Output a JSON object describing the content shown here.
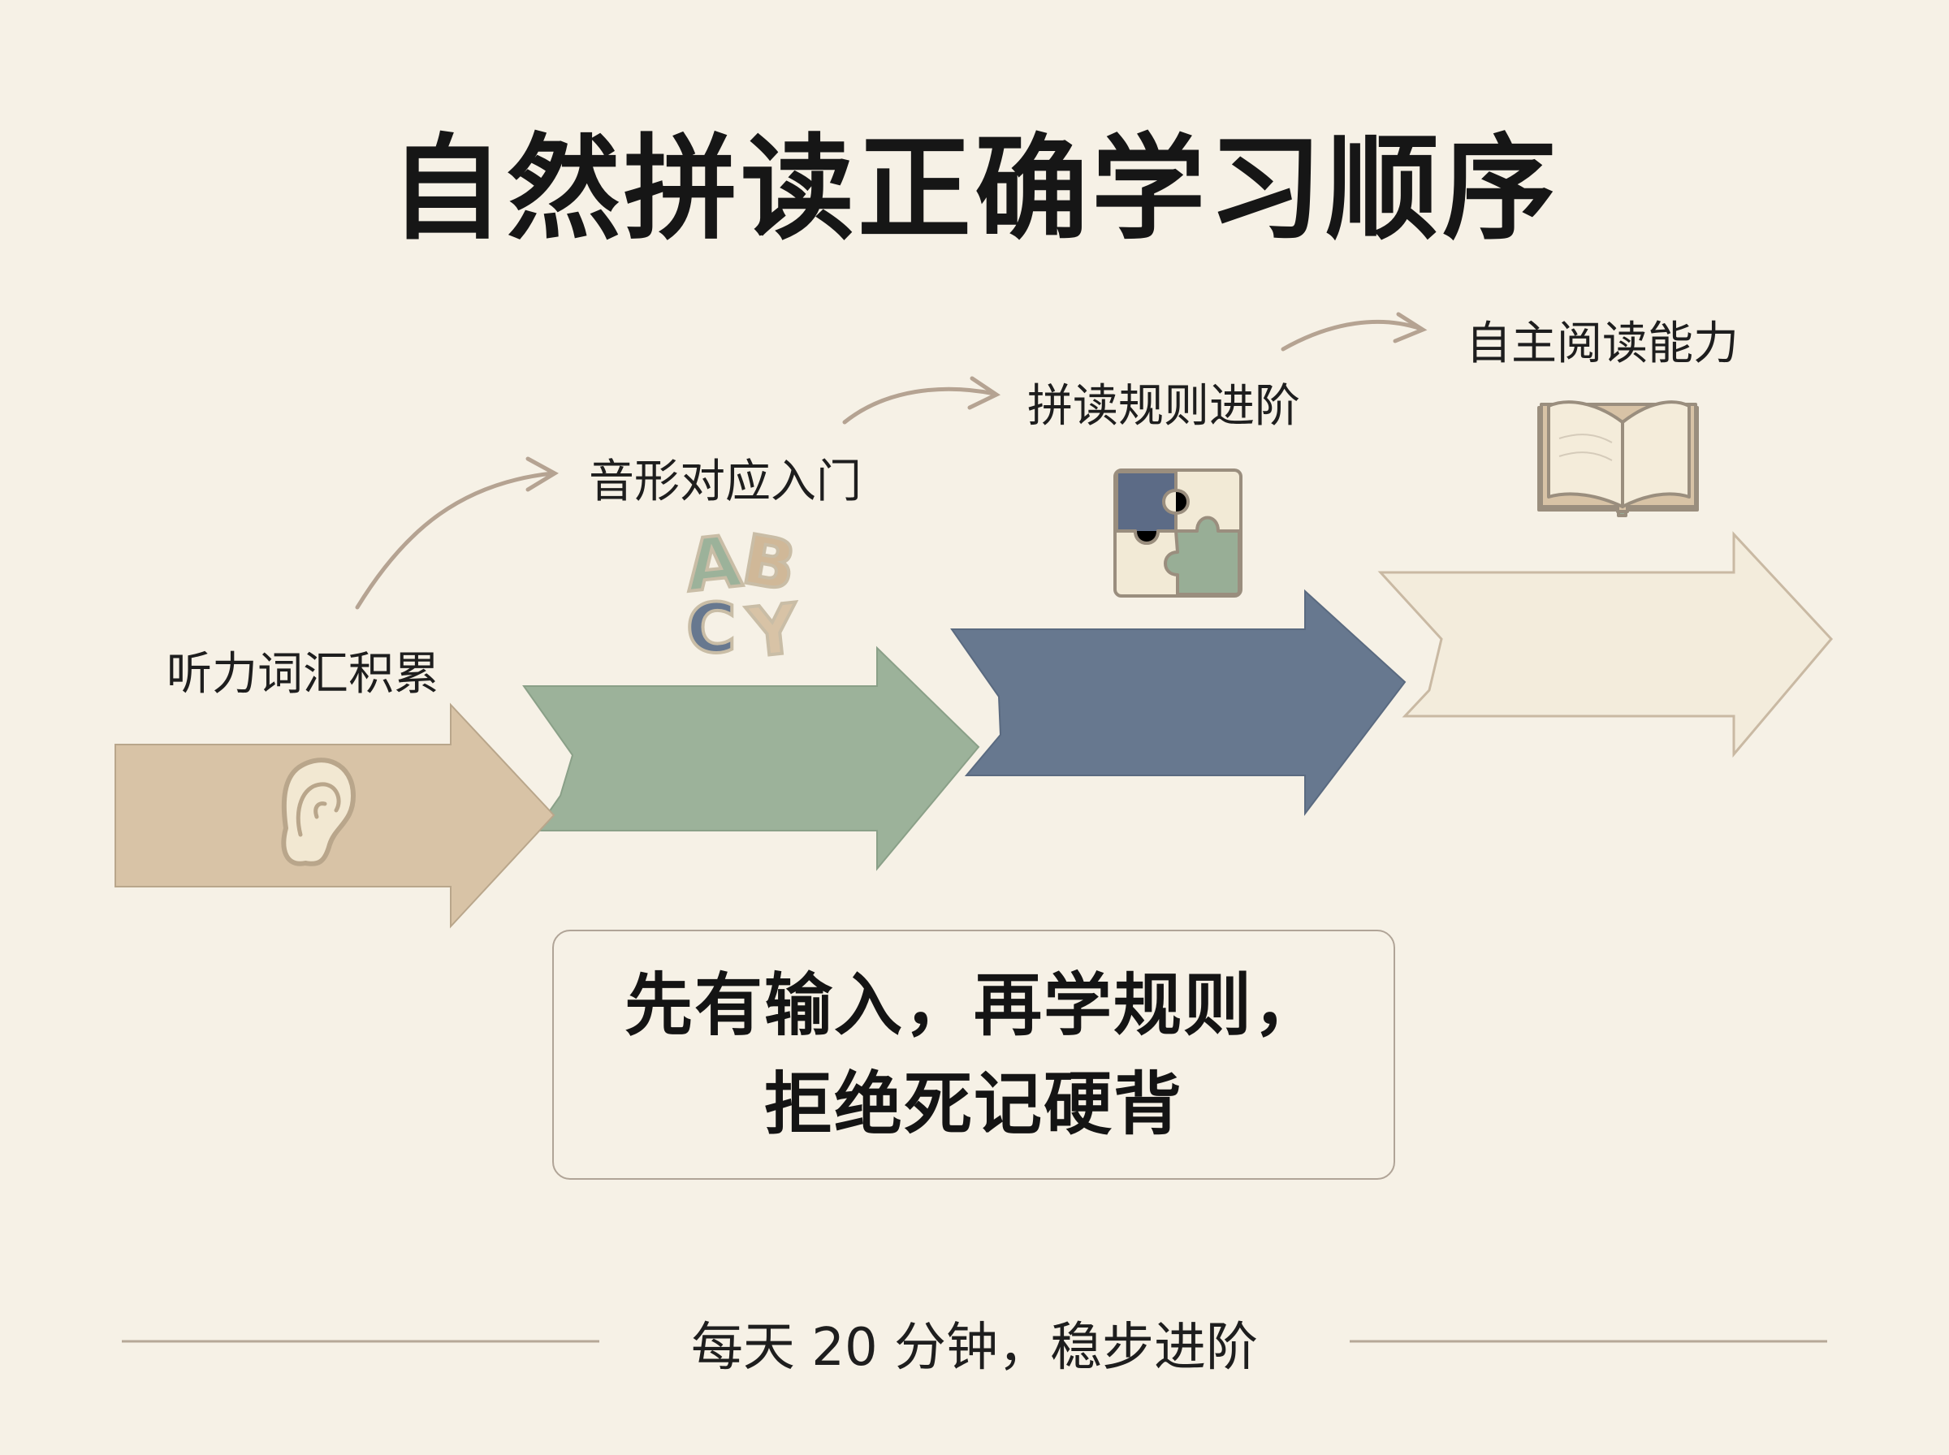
{
  "title": "自然拼读正确学习顺序",
  "steps": [
    {
      "label": "听力词汇积累",
      "icon": "ear-icon",
      "color": "#d8c3a6"
    },
    {
      "label": "音形对应入门",
      "icon": "abc-letters-icon",
      "color": "#9cb29a",
      "letters": [
        "A",
        "B",
        "C",
        "Y"
      ]
    },
    {
      "label": "拼读规则进阶",
      "icon": "puzzle-icon",
      "color": "#67788f"
    },
    {
      "label": "自主阅读能力",
      "icon": "open-book-icon",
      "color": "#f3ecdc"
    }
  ],
  "motto": {
    "line1": "先有输入，再学规则，",
    "line2": "拒绝死记硬背"
  },
  "footer": {
    "text": "每天 20 分钟，稳步进阶"
  },
  "colors": {
    "background": "#f6f1e6",
    "arc": "#b5a392",
    "navy": "#5c6b86",
    "green": "#98ae96",
    "cream": "#ece4d2"
  }
}
